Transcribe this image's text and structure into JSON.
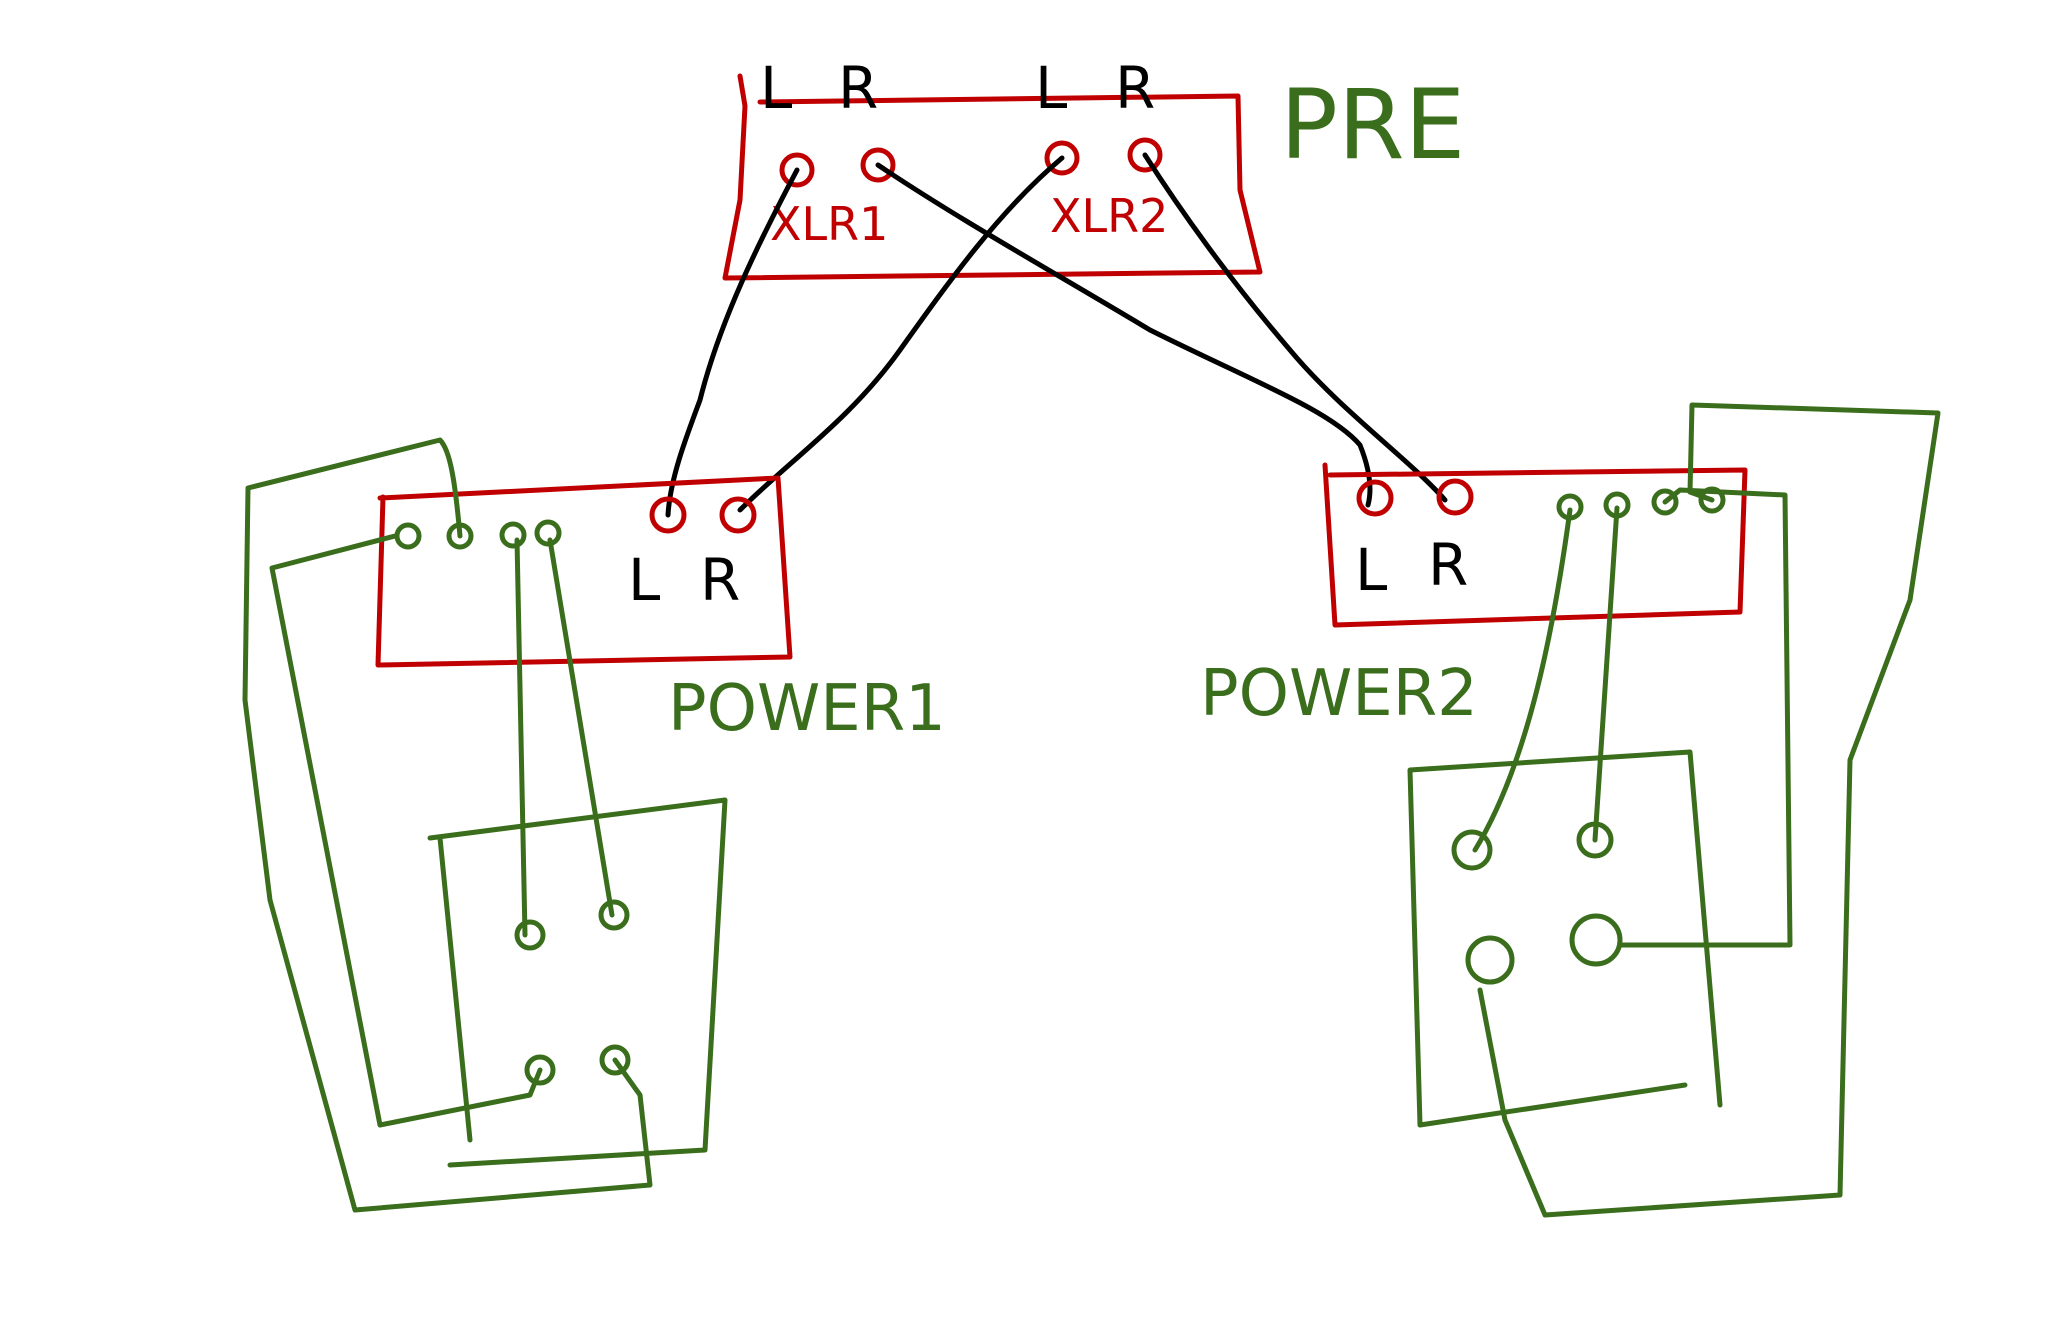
{
  "diagram": {
    "preamp": {
      "name": "PRE",
      "outputs": [
        {
          "channel_labels": [
            "L",
            "R"
          ],
          "connector_label": "XLR1"
        },
        {
          "channel_labels": [
            "L",
            "R"
          ],
          "connector_label": "XLR2"
        }
      ]
    },
    "amplifiers": [
      {
        "name": "POWER1",
        "input_labels": [
          "L",
          "R"
        ]
      },
      {
        "name": "POWER2",
        "input_labels": [
          "L",
          "R"
        ]
      }
    ],
    "colors": {
      "device_outline": "#c00000",
      "signal_cable": "#000000",
      "speaker_wiring": "#3a6e1c"
    }
  }
}
